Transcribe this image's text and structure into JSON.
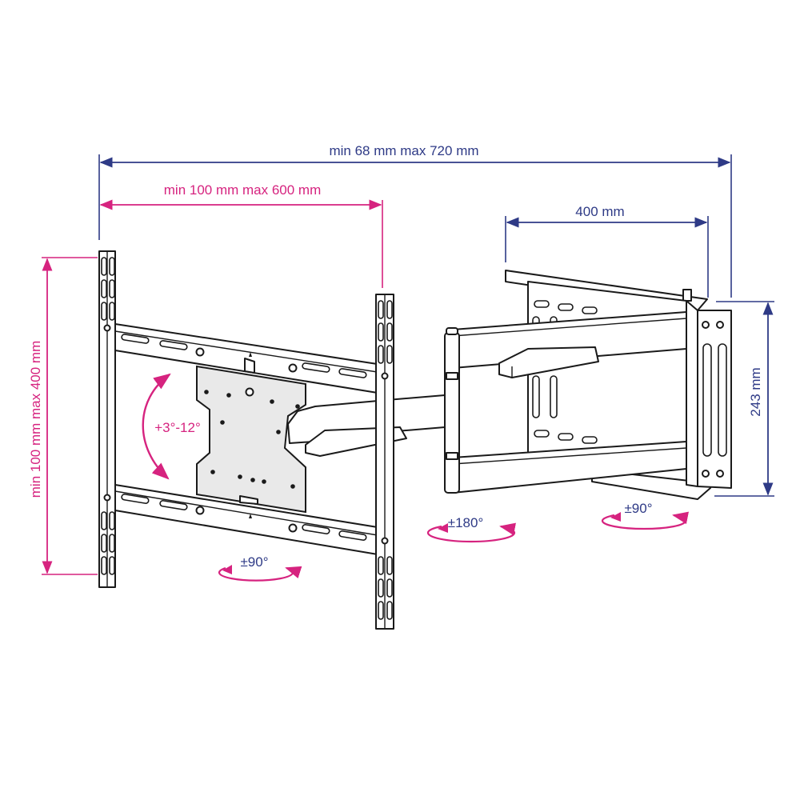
{
  "colors": {
    "navy": "#2e3a86",
    "magenta": "#d6237f",
    "line": "#1a1a1a",
    "plate": "#e9e9e9"
  },
  "dimensions": {
    "extension": "min 68 mm max 720 mm",
    "horizontal_vesa": "min 100 mm max 600 mm",
    "wall_plate_width": "400 mm",
    "wall_plate_height": "243 mm",
    "vertical_vesa": "min 100 mm max 400 mm"
  },
  "rotations": {
    "tilt": "+3°-12°",
    "tv_swivel": "±90°",
    "arm_swivel": "±180°",
    "wall_swivel": "±90°"
  },
  "icons": {
    "arrowheads": "arrowhead-icon",
    "rotation": "rotation-arrow-icon"
  }
}
